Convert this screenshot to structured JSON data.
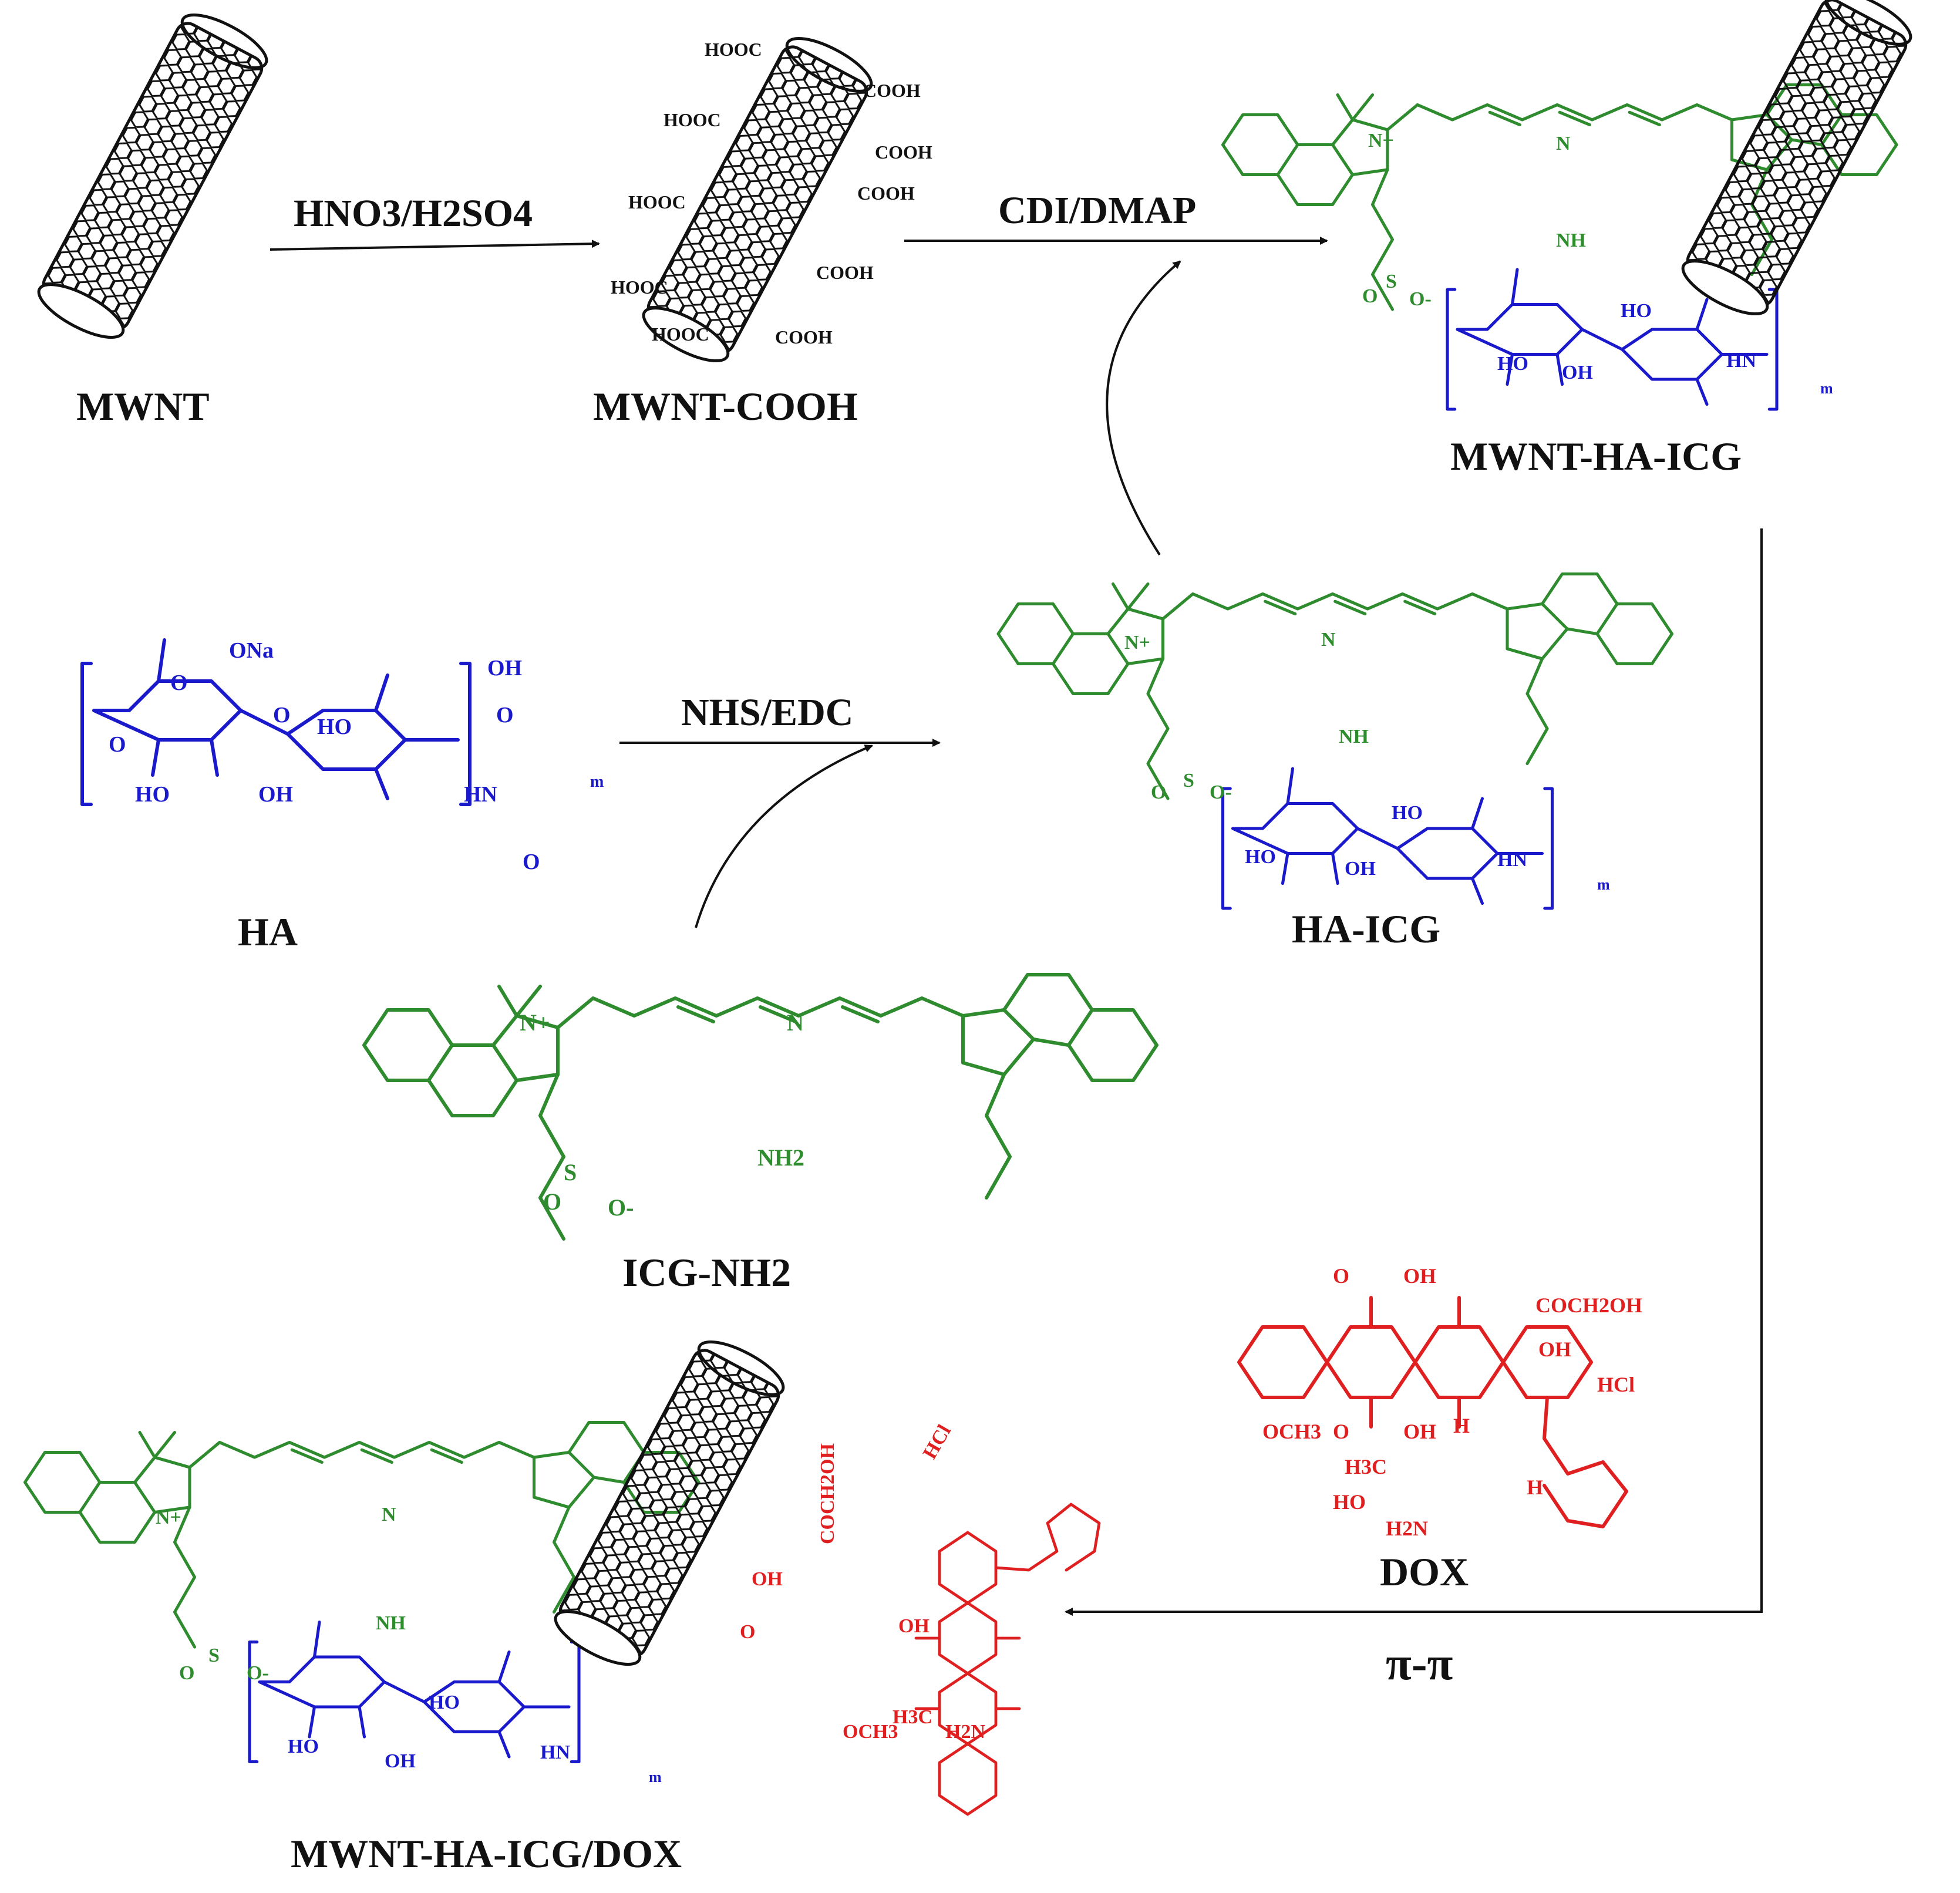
{
  "compounds": {
    "mwnt": "MWNT",
    "mwnt_cooh": "MWNT-COOH",
    "mwnt_ha_icg": "MWNT-HA-ICG",
    "ha": "HA",
    "ha_icg": "HA-ICG",
    "icg_nh2": "ICG-NH2",
    "dox": "DOX",
    "mwnt_ha_icg_dox": "MWNT-HA-ICG/DOX"
  },
  "reagents": {
    "oxidation": "HNO3/H2SO4",
    "coupling": "CDI/DMAP",
    "activation": "NHS/EDC",
    "stacking": "π-π"
  },
  "atom_labels": {
    "cooh": "COOH",
    "hooc": "HOOC",
    "ona": "ONa",
    "o": "O",
    "oh": "OH",
    "ho": "HO",
    "hn": "HN",
    "nh": "NH",
    "nh2": "NH2",
    "n_plus": "N+",
    "n": "N",
    "s": "S",
    "o_minus": "O-",
    "hcl": "HCl",
    "coch2oh": "COCH2OH",
    "och3": "OCH3",
    "h3c": "H3C",
    "h2n": "H2N",
    "h": "H",
    "m": "m"
  },
  "colors": {
    "icg": "#2e8b2e",
    "ha": "#1a1acc",
    "dox": "#e02020",
    "nanotube": "#111111"
  }
}
